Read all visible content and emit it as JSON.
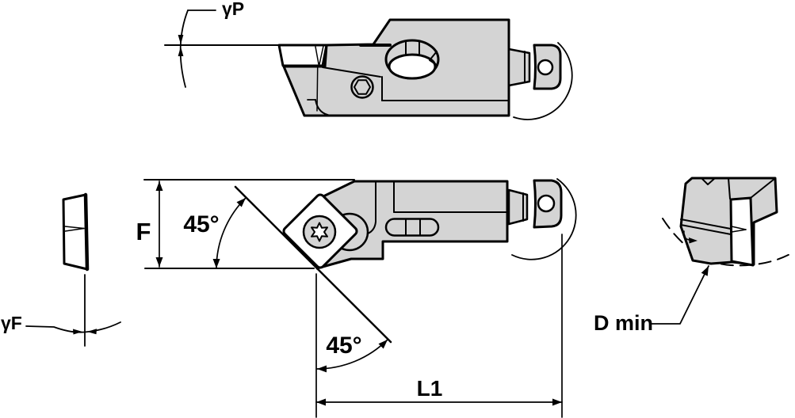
{
  "diagram": {
    "type": "engineering-drawing",
    "subject": "boring cartridge with square insert, three orthographic views plus insert edge detail",
    "colors": {
      "body_fill": "#d4d4d4",
      "line": "#000000",
      "insert_fill": "#ffffff",
      "background": "#ffffff"
    },
    "labels": {
      "gamma_p": "γP",
      "gamma_f": "γF",
      "width_f": "F",
      "angle_lead": "45°",
      "angle_trail": "45°",
      "min_bore": "D min",
      "length_l1": "L1"
    }
  }
}
